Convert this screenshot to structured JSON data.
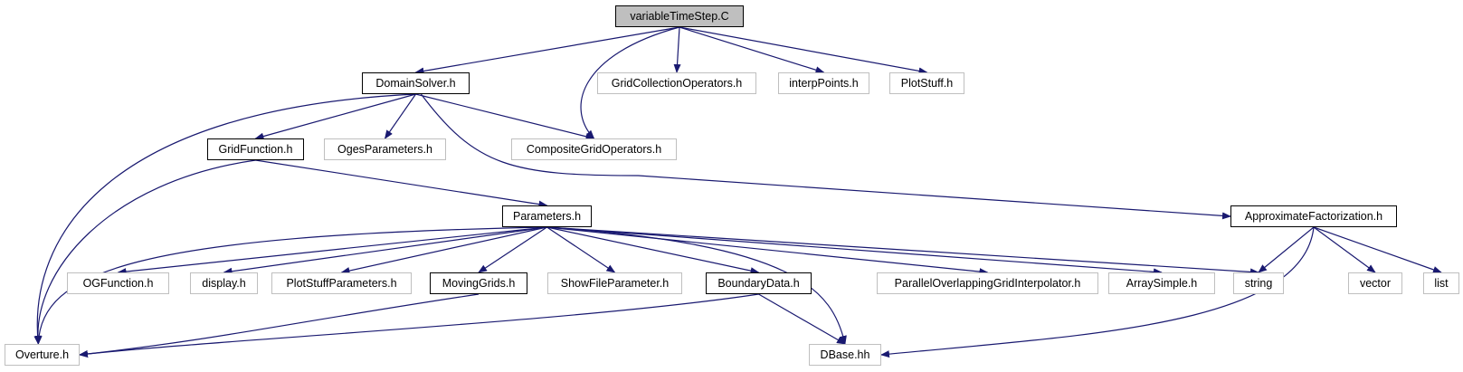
{
  "diagram": {
    "colors": {
      "edge": "#191970",
      "root_fill": "#bfbfbf",
      "linked_border": "#000000",
      "external_border": "#bfbfbf"
    },
    "nodes": {
      "variableTimeStep": {
        "label": "variableTimeStep.C",
        "kind": "root"
      },
      "DomainSolver": {
        "label": "DomainSolver.h",
        "kind": "documented"
      },
      "GridCollectionOperators": {
        "label": "GridCollectionOperators.h",
        "kind": "external"
      },
      "interpPoints": {
        "label": "interpPoints.h",
        "kind": "external"
      },
      "PlotStuff": {
        "label": "PlotStuff.h",
        "kind": "external"
      },
      "GridFunction": {
        "label": "GridFunction.h",
        "kind": "documented"
      },
      "OgesParameters": {
        "label": "OgesParameters.h",
        "kind": "external"
      },
      "CompositeGridOperators": {
        "label": "CompositeGridOperators.h",
        "kind": "external"
      },
      "Parameters": {
        "label": "Parameters.h",
        "kind": "documented"
      },
      "ApproximateFactorization": {
        "label": "ApproximateFactorization.h",
        "kind": "documented"
      },
      "OGFunction": {
        "label": "OGFunction.h",
        "kind": "external"
      },
      "display": {
        "label": "display.h",
        "kind": "external"
      },
      "PlotStuffParameters": {
        "label": "PlotStuffParameters.h",
        "kind": "external"
      },
      "MovingGrids": {
        "label": "MovingGrids.h",
        "kind": "documented"
      },
      "ShowFileParameter": {
        "label": "ShowFileParameter.h",
        "kind": "external"
      },
      "BoundaryData": {
        "label": "BoundaryData.h",
        "kind": "documented"
      },
      "ParallelOverlappingGridInterpolator": {
        "label": "ParallelOverlappingGridInterpolator.h",
        "kind": "external"
      },
      "ArraySimple": {
        "label": "ArraySimple.h",
        "kind": "external"
      },
      "string": {
        "label": "string",
        "kind": "external"
      },
      "vector": {
        "label": "vector",
        "kind": "external"
      },
      "list": {
        "label": "list",
        "kind": "external"
      },
      "Overture": {
        "label": "Overture.h",
        "kind": "external"
      },
      "DBase": {
        "label": "DBase.hh",
        "kind": "external"
      }
    },
    "edges": [
      [
        "variableTimeStep",
        "DomainSolver"
      ],
      [
        "variableTimeStep",
        "CompositeGridOperators"
      ],
      [
        "variableTimeStep",
        "GridCollectionOperators"
      ],
      [
        "variableTimeStep",
        "interpPoints"
      ],
      [
        "variableTimeStep",
        "PlotStuff"
      ],
      [
        "DomainSolver",
        "GridFunction"
      ],
      [
        "DomainSolver",
        "OgesParameters"
      ],
      [
        "DomainSolver",
        "CompositeGridOperators"
      ],
      [
        "DomainSolver",
        "Overture"
      ],
      [
        "DomainSolver",
        "ApproximateFactorization"
      ],
      [
        "GridFunction",
        "Parameters"
      ],
      [
        "GridFunction",
        "Overture"
      ],
      [
        "Parameters",
        "Overture"
      ],
      [
        "Parameters",
        "OGFunction"
      ],
      [
        "Parameters",
        "display"
      ],
      [
        "Parameters",
        "PlotStuffParameters"
      ],
      [
        "Parameters",
        "MovingGrids"
      ],
      [
        "Parameters",
        "ShowFileParameter"
      ],
      [
        "Parameters",
        "BoundaryData"
      ],
      [
        "Parameters",
        "ParallelOverlappingGridInterpolator"
      ],
      [
        "Parameters",
        "ArraySimple"
      ],
      [
        "Parameters",
        "string"
      ],
      [
        "Parameters",
        "DBase"
      ],
      [
        "MovingGrids",
        "Overture"
      ],
      [
        "BoundaryData",
        "Overture"
      ],
      [
        "BoundaryData",
        "DBase"
      ],
      [
        "ApproximateFactorization",
        "string"
      ],
      [
        "ApproximateFactorization",
        "vector"
      ],
      [
        "ApproximateFactorization",
        "list"
      ],
      [
        "ApproximateFactorization",
        "DBase"
      ]
    ]
  }
}
